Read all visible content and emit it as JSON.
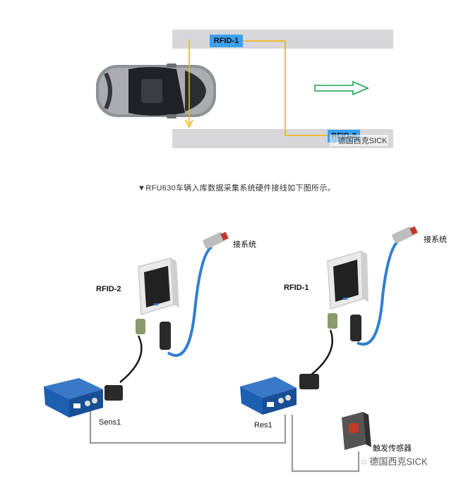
{
  "top": {
    "rfid1_tag": "RFID-1",
    "rfid2_tag": "RFID-2",
    "watermark": "德国西克SICK"
  },
  "caption": "▼RFU630车辆入库数据采集系统硬件接线如下图所示。",
  "diagram": {
    "rfid2_label": "RFID-2",
    "rfid1_label": "RFID-1",
    "connect_left": "接系统",
    "connect_right": "接系统",
    "sens_label": "Sens1",
    "res_label": "Res1",
    "trigger_label": "触发传感器",
    "watermark": "德国西克SICK"
  },
  "colors": {
    "lane": "#d7d7d9",
    "tag": "#3aa0f0",
    "path": "#f4b400",
    "arrow": "#1aa14a",
    "cable_blue": "#2f7fd0",
    "controller": "#1d5fb0"
  }
}
